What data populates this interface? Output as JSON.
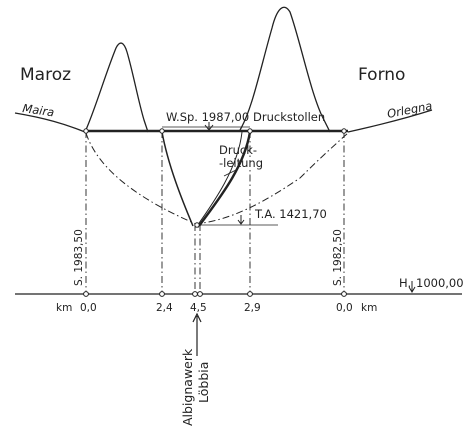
{
  "labels": {
    "left_valley": "Maroz",
    "right_valley": "Forno",
    "left_river": "Maira",
    "right_river": "Orlegna",
    "water_level": "W.Sp. 1987,00",
    "pressure_tunnel": "Druckstollen",
    "penstock_line1": "Druck-",
    "penstock_line2": "-leitung",
    "outlet_level": "T.A. 1421,70",
    "left_station": "S. 1983,50",
    "right_station": "S. 1982,50",
    "datum": "H.",
    "datum_value": "1000,00",
    "plant_name": "Albignawerk",
    "plant_location": "Löbbia"
  },
  "km_axis": {
    "unit": "km",
    "ticks": [
      "0,0",
      "2,4",
      "4,5",
      "2,9",
      "0,0"
    ]
  },
  "colors": {
    "ink": "#222222",
    "paper": "#ffffff"
  }
}
